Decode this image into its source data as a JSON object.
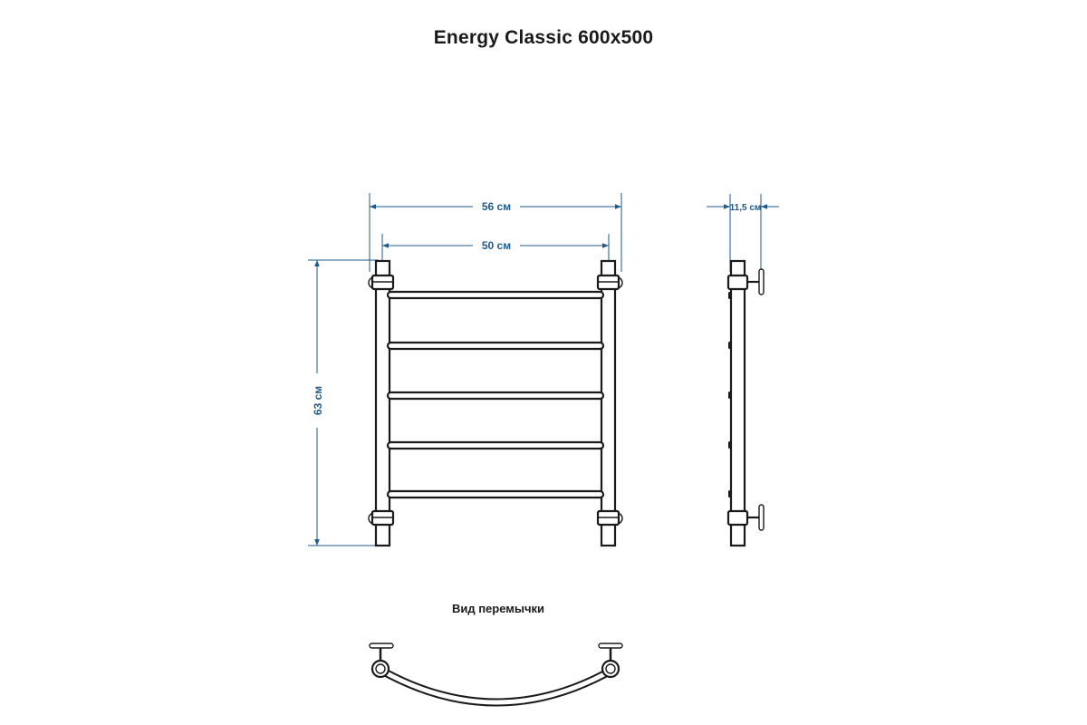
{
  "title": "Energy Classic 600x500",
  "dimensions": {
    "outer_width": "56 см",
    "inner_width": "50 см",
    "height": "63 см",
    "depth": "11,5 см"
  },
  "bridge_view_label": "Вид перемычки",
  "colors": {
    "dimension": "#1f5a8c",
    "outline": "#1a1a1a",
    "background": "#ffffff"
  }
}
